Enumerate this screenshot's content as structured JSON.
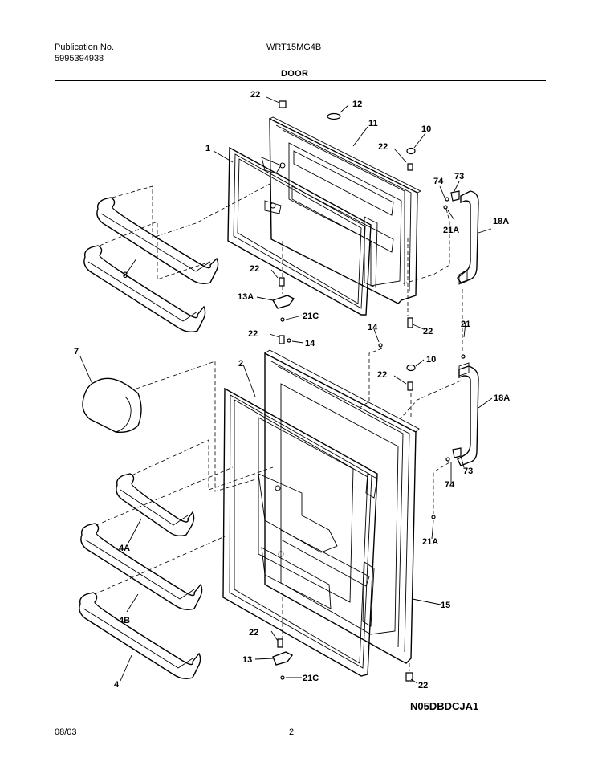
{
  "header": {
    "publication_label": "Publication No.",
    "publication_number": "5995394938",
    "model": "WRT15MG4B",
    "section_title": "DOOR"
  },
  "footer": {
    "date": "08/03",
    "page": "2",
    "diagram_code": "N05DBDCJA1"
  },
  "callouts": [
    {
      "id": "c22a",
      "text": "22"
    },
    {
      "id": "c12",
      "text": "12"
    },
    {
      "id": "c10a",
      "text": "10"
    },
    {
      "id": "c11",
      "text": "11"
    },
    {
      "id": "c22b",
      "text": "22"
    },
    {
      "id": "c1",
      "text": "1"
    },
    {
      "id": "c74a",
      "text": "74"
    },
    {
      "id": "c73a",
      "text": "73"
    },
    {
      "id": "c21Aa",
      "text": "21A"
    },
    {
      "id": "c18Aa",
      "text": "18A"
    },
    {
      "id": "c8",
      "text": "8"
    },
    {
      "id": "c22c",
      "text": "22"
    },
    {
      "id": "c13A",
      "text": "13A"
    },
    {
      "id": "c21Ca",
      "text": "21C"
    },
    {
      "id": "c21",
      "text": "21"
    },
    {
      "id": "c22d",
      "text": "22"
    },
    {
      "id": "c22e",
      "text": "22"
    },
    {
      "id": "c14a",
      "text": "14"
    },
    {
      "id": "c14b",
      "text": "14"
    },
    {
      "id": "c7",
      "text": "7"
    },
    {
      "id": "c2",
      "text": "2"
    },
    {
      "id": "c10b",
      "text": "10"
    },
    {
      "id": "c22f",
      "text": "22"
    },
    {
      "id": "c18Ab",
      "text": "18A"
    },
    {
      "id": "c73b",
      "text": "73"
    },
    {
      "id": "c74b",
      "text": "74"
    },
    {
      "id": "c4A",
      "text": "4A"
    },
    {
      "id": "c21Ab",
      "text": "21A"
    },
    {
      "id": "c4B",
      "text": "4B"
    },
    {
      "id": "c15",
      "text": "15"
    },
    {
      "id": "c22g",
      "text": "22"
    },
    {
      "id": "c13",
      "text": "13"
    },
    {
      "id": "c21Cb",
      "text": "21C"
    },
    {
      "id": "c4",
      "text": "4"
    },
    {
      "id": "c22h",
      "text": "22"
    }
  ]
}
